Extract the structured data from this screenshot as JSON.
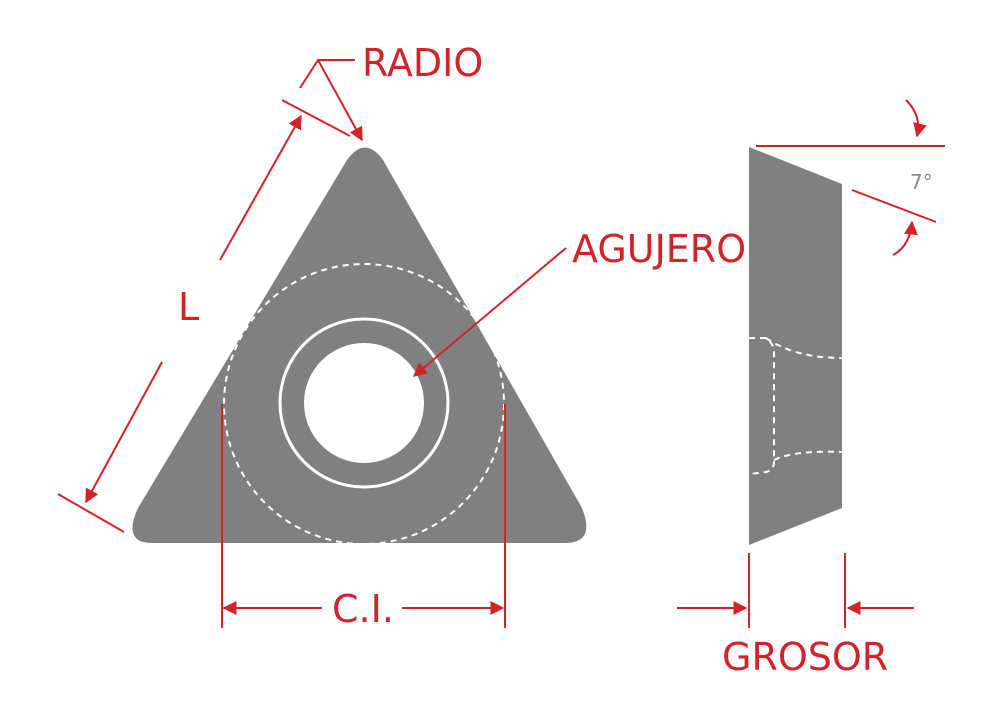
{
  "labels": {
    "radio": "RADIO",
    "agujero": "AGUJERO",
    "l": "L",
    "ci": "C.I.",
    "grosor": "GROSOR",
    "angle": "7°"
  },
  "colors": {
    "accent": "#d2232a",
    "insert_body": "#808080",
    "angle_text": "#8a8a8a",
    "background": "#ffffff"
  }
}
